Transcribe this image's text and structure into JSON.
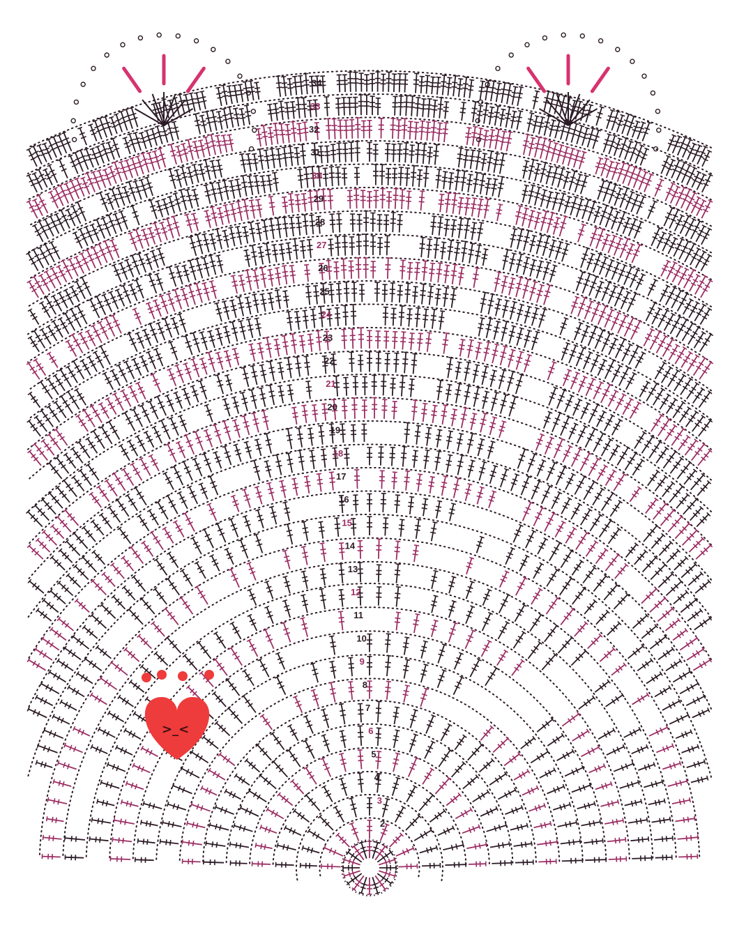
{
  "diagram": {
    "type": "crochet-chart",
    "colors": {
      "background": "#ffffff",
      "dark_stitch": "#2b1a24",
      "accent_stitch": "#9b2d63",
      "bright_accent": "#d6336f",
      "heart_fill": "#ee3b3b",
      "heart_face": "#3a1212"
    },
    "row_labels": [
      "2",
      "3",
      "4",
      "5",
      "6",
      "7",
      "8",
      "9",
      "10",
      "11",
      "12",
      "13",
      "14",
      "15",
      "16",
      "17",
      "18",
      "19",
      "20",
      "21",
      "22",
      "23",
      "24",
      "25",
      "26",
      "27",
      "28",
      "29",
      "30",
      "31",
      "32",
      "33",
      "34"
    ],
    "sticker": {
      "icon": "heart-face-icon",
      "expression": ">_<"
    }
  }
}
